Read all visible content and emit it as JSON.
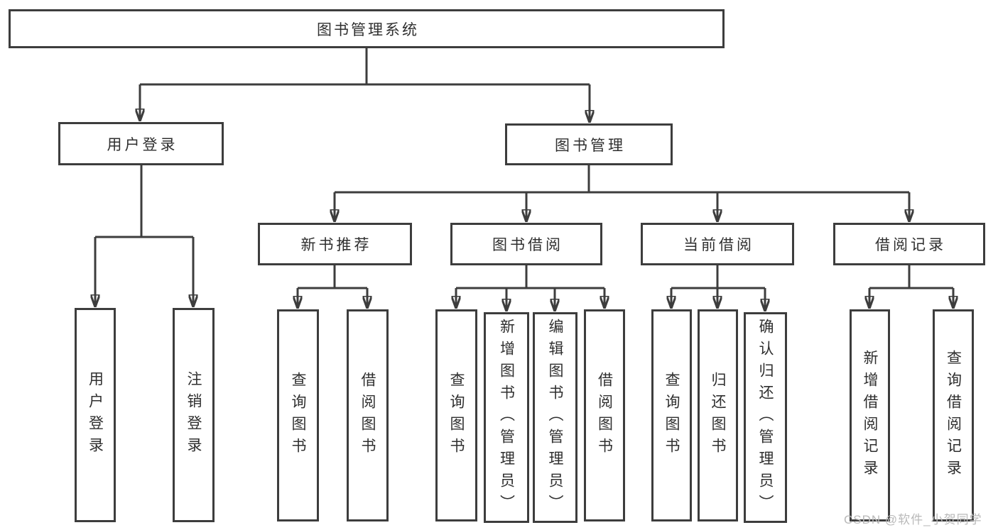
{
  "diagram": {
    "type": "hierarchy-tree",
    "structure": {
      "label": "图书管理系统",
      "children": [
        {
          "label": "用户登录",
          "children": [
            {
              "label": "用户登录"
            },
            {
              "label": "注销登录"
            }
          ]
        },
        {
          "label": "图书管理",
          "children": [
            {
              "label": "新书推荐",
              "children": [
                {
                  "label": "查询图书"
                },
                {
                  "label": "借阅图书"
                }
              ]
            },
            {
              "label": "图书借阅",
              "children": [
                {
                  "label": "查询图书"
                },
                {
                  "label": "新增图书（管理员）"
                },
                {
                  "label": "编辑图书（管理员）"
                },
                {
                  "label": "借阅图书"
                }
              ]
            },
            {
              "label": "当前借阅",
              "children": [
                {
                  "label": "查询图书"
                },
                {
                  "label": "归还图书"
                },
                {
                  "label": "确认归还（管理员）"
                }
              ]
            },
            {
              "label": "借阅记录",
              "children": [
                {
                  "label": "新增借阅记录"
                },
                {
                  "label": "查询借阅记录"
                }
              ]
            }
          ]
        }
      ]
    }
  },
  "watermark": "CSDN @软件_小贺同学",
  "colors": {
    "line": "#3d3d3d",
    "text": "#2f2f2f",
    "watermark": "#b9b9b9",
    "background": "#ffffff"
  }
}
